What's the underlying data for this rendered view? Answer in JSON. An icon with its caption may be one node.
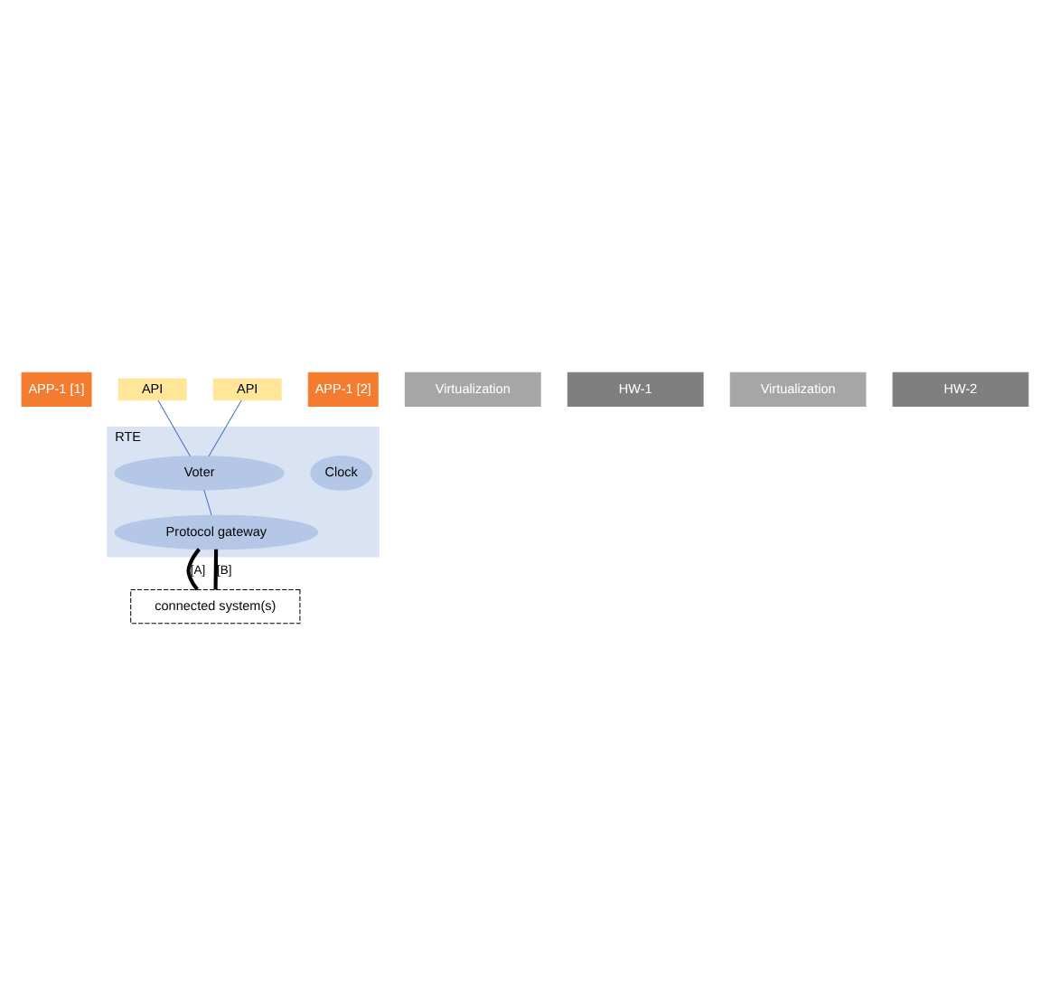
{
  "diagram": {
    "nodes": [
      {
        "text": [
          "APP-1 [1]"
        ]
      },
      {
        "text": [
          "API"
        ]
      },
      {
        "text": [
          "APP-1 [2]"
        ]
      },
      {
        "text": [
          "API"
        ]
      },
      {
        "text": [
          "RTE"
        ]
      },
      {
        "text": [
          "Clock"
        ],
        "in": 4
      },
      {
        "text": [
          "Voter"
        ],
        "in": 4
      },
      {
        "text": [
          "Protocol gateway"
        ],
        "in": 4
      },
      {
        "text": [
          "Virtualization"
        ]
      },
      {
        "text": [
          "HW-1"
        ]
      },
      {
        "text": [
          "Virtualization"
        ]
      },
      {
        "text": [
          "HW-2"
        ]
      },
      {
        "text": [
          "connected system(s)"
        ]
      }
    ],
    "edges": [
      {
        "from": 1,
        "to": 6,
        "arrow": "none"
      },
      {
        "from": 3,
        "to": 6,
        "arrow": "none"
      },
      {
        "from": 6,
        "to": 7,
        "arrow": "none"
      },
      {
        "from": 7,
        "to": 12,
        "arrow": "none",
        "label": "[A]",
        "style": "thick",
        "color": "#000000"
      },
      {
        "from": 7,
        "to": 12,
        "arrow": "none",
        "label": "[B]",
        "style": "thick",
        "color": "#000000"
      }
    ]
  }
}
